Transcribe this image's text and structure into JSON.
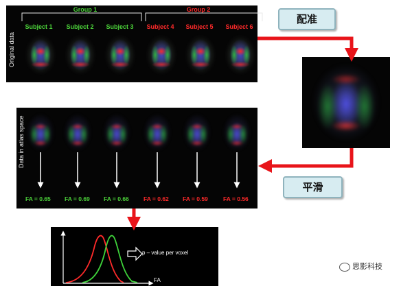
{
  "top_panel": {
    "side_label": "Original data",
    "group1_label": "Group 1",
    "group2_label": "Group 2",
    "subjects": [
      "Subject 1",
      "Subject 2",
      "Subject 3",
      "Subject 4",
      "Subject 5",
      "Subject 6"
    ]
  },
  "registration_label": "配准",
  "smoothing_label": "平滑",
  "atlas_panel": {
    "side_label": "Data in atlas space",
    "fa_values": [
      "FA = 0.65",
      "FA = 0.69",
      "FA = 0.66",
      "FA = 0.62",
      "FA = 0.59",
      "FA = 0.56"
    ]
  },
  "bottom_panel": {
    "annotation": "p – value per voxel",
    "axis_label": "FA"
  },
  "watermark": "思影科技",
  "colors": {
    "group1": "#4cd23a",
    "group2": "#ff2a2a",
    "arrow": "#e8141a",
    "chip_bg": "#d7ecf1"
  }
}
